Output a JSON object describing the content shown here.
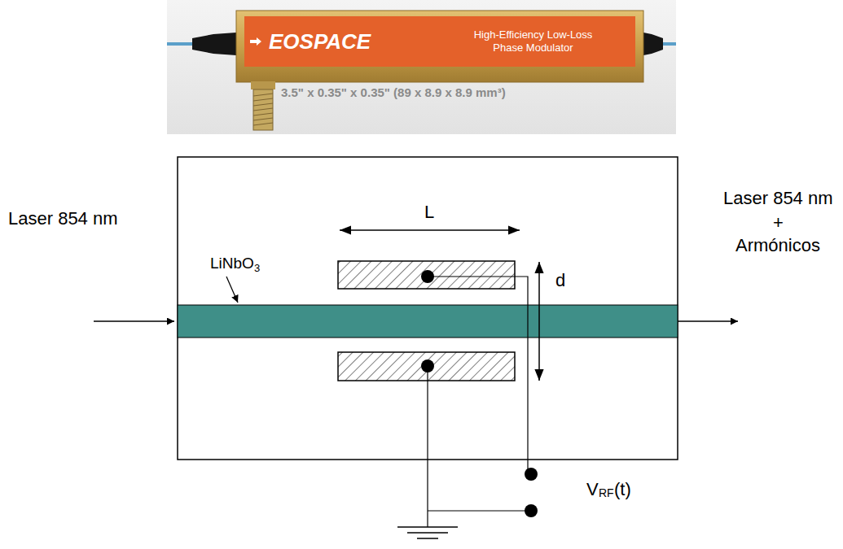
{
  "diagram": {
    "nodes": [
      {
        "text": [
          "EOSPACE",
          "High-Efficiency Low-Loss Phase Modulator"
        ]
      }
    ],
    "labels": [
      "3.5\" x 0.35\" x 0.35\" (89 x 8.9 x 8.9 mm³)",
      "Laser 854 nm",
      "LiNbO",
      "3",
      "L",
      "d",
      "Laser 854 nm",
      "+",
      "Armónicos",
      "V",
      "RF",
      "(t)"
    ]
  }
}
